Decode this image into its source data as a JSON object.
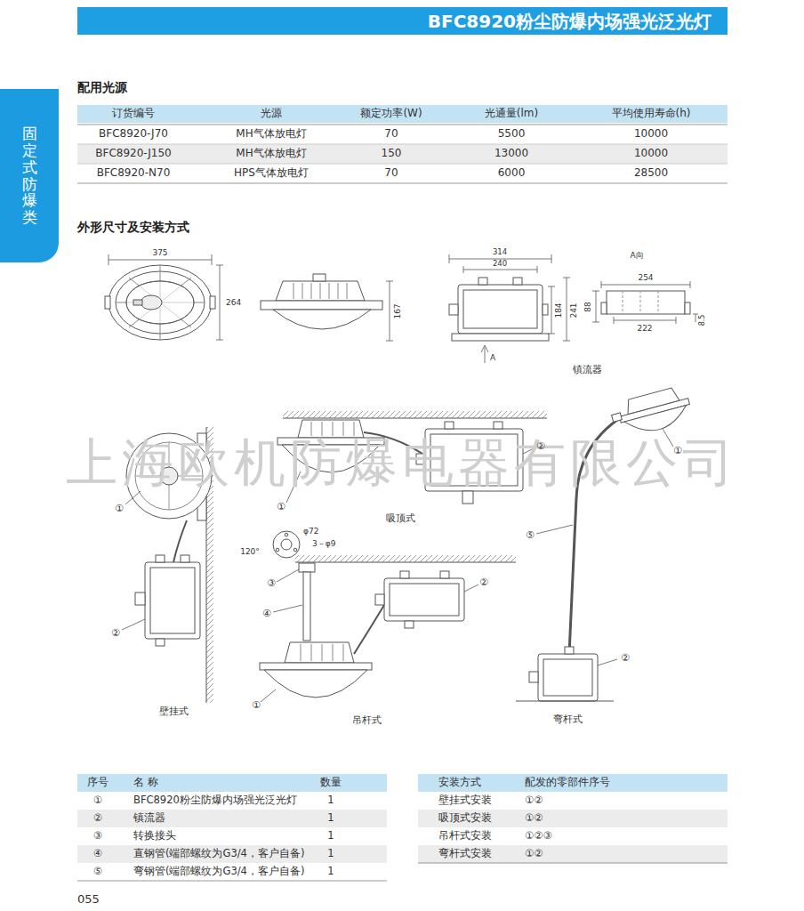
{
  "diagram": {
    "title": "BFC8920粉尘防爆内场强光泛光灯",
    "nodes": [
      {
        "text": [
          "固定式防爆类"
        ]
      }
    ],
    "labels": [
      "配用光源",
      "订货编号",
      "光源",
      "额定功率(W)",
      "光通量(lm)",
      "平均使用寿命(h)",
      "BFC8920-J70",
      "MH气体放电灯",
      "70",
      "5500",
      "10000",
      "BFC8920-J150",
      "MH气体放电灯",
      "150",
      "13000",
      "10000",
      "BFC8920-N70",
      "HPS气体放电灯",
      "70",
      "6000",
      "28500",
      "外形尺寸及安装方式",
      "375",
      "264",
      "167",
      "314",
      "240",
      "184",
      "241",
      "A",
      "A向",
      "254",
      "88",
      "222",
      "8.5",
      "镇流器",
      "上海欧机防爆电器有限公司",
      "①",
      "②",
      "壁挂式",
      "①",
      "②",
      "吸顶式",
      "φ72",
      "3－φ9",
      "120°",
      "③",
      "④",
      "②",
      "①",
      "吊杆式",
      "①",
      "⑤",
      "②",
      "弯杆式",
      "序号",
      "名 称",
      "数量",
      "①",
      "BFC8920粉尘防爆内场强光泛光灯",
      "1",
      "②",
      "镇流器",
      "1",
      "③",
      "转换接头",
      "1",
      "④",
      "直钢管(端部螺纹为G3/4，客户自备)",
      "1",
      "⑤",
      "弯钢管(端部螺纹为G3/4，客户自备)",
      "1",
      "安装方式",
      "配发的零部件序号",
      "壁挂式安装",
      "①②",
      "吸顶式安装",
      "①②",
      "吊杆式安装",
      "①②③",
      "弯杆式安装",
      "①②",
      "055"
    ]
  }
}
